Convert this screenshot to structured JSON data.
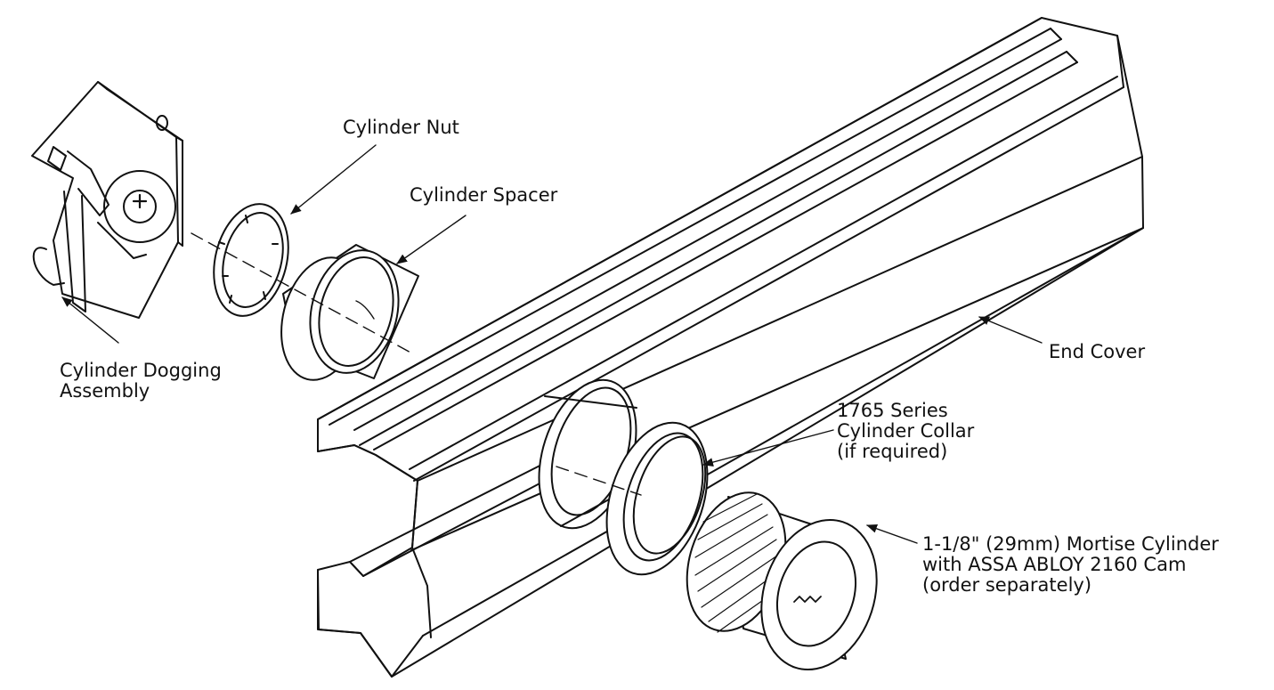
{
  "colors": {
    "ink": "#111111",
    "paper": "#ffffff",
    "tint": "#eeeeee"
  },
  "labels": {
    "cylinder_nut": [
      "Cylinder Nut"
    ],
    "cylinder_spacer": [
      "Cylinder Spacer"
    ],
    "dogging": [
      "Cylinder Dogging",
      "Assembly"
    ],
    "end_cover": [
      "End Cover"
    ],
    "collar": [
      "1765 Series",
      "Cylinder Collar",
      "(if required)"
    ],
    "mortise": [
      "1-1/8\" (29mm) Mortise Cylinder",
      "with ASSA ABLOY 2160 Cam",
      "(order separately)"
    ]
  }
}
